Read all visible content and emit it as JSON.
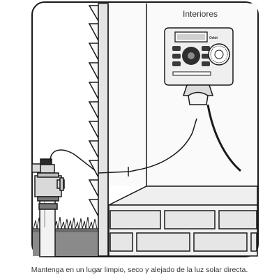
{
  "labels": {
    "indoor": "Interiores",
    "brand": "Orbit"
  },
  "caption": "Mantenga en un lugar limpio, seco y alejado de la luz solar directa.",
  "colors": {
    "line": "#1a1a1a",
    "fill_light": "#f2f2f2",
    "fill_mid": "#d9d9d9",
    "fill_dark": "#7a7a7a",
    "soil": "#8a8a8a",
    "text": "#333333"
  },
  "icons": {
    "valve": "sprinkler-valve-icon",
    "controller": "irrigation-timer-icon",
    "grass": "grass-icon"
  }
}
